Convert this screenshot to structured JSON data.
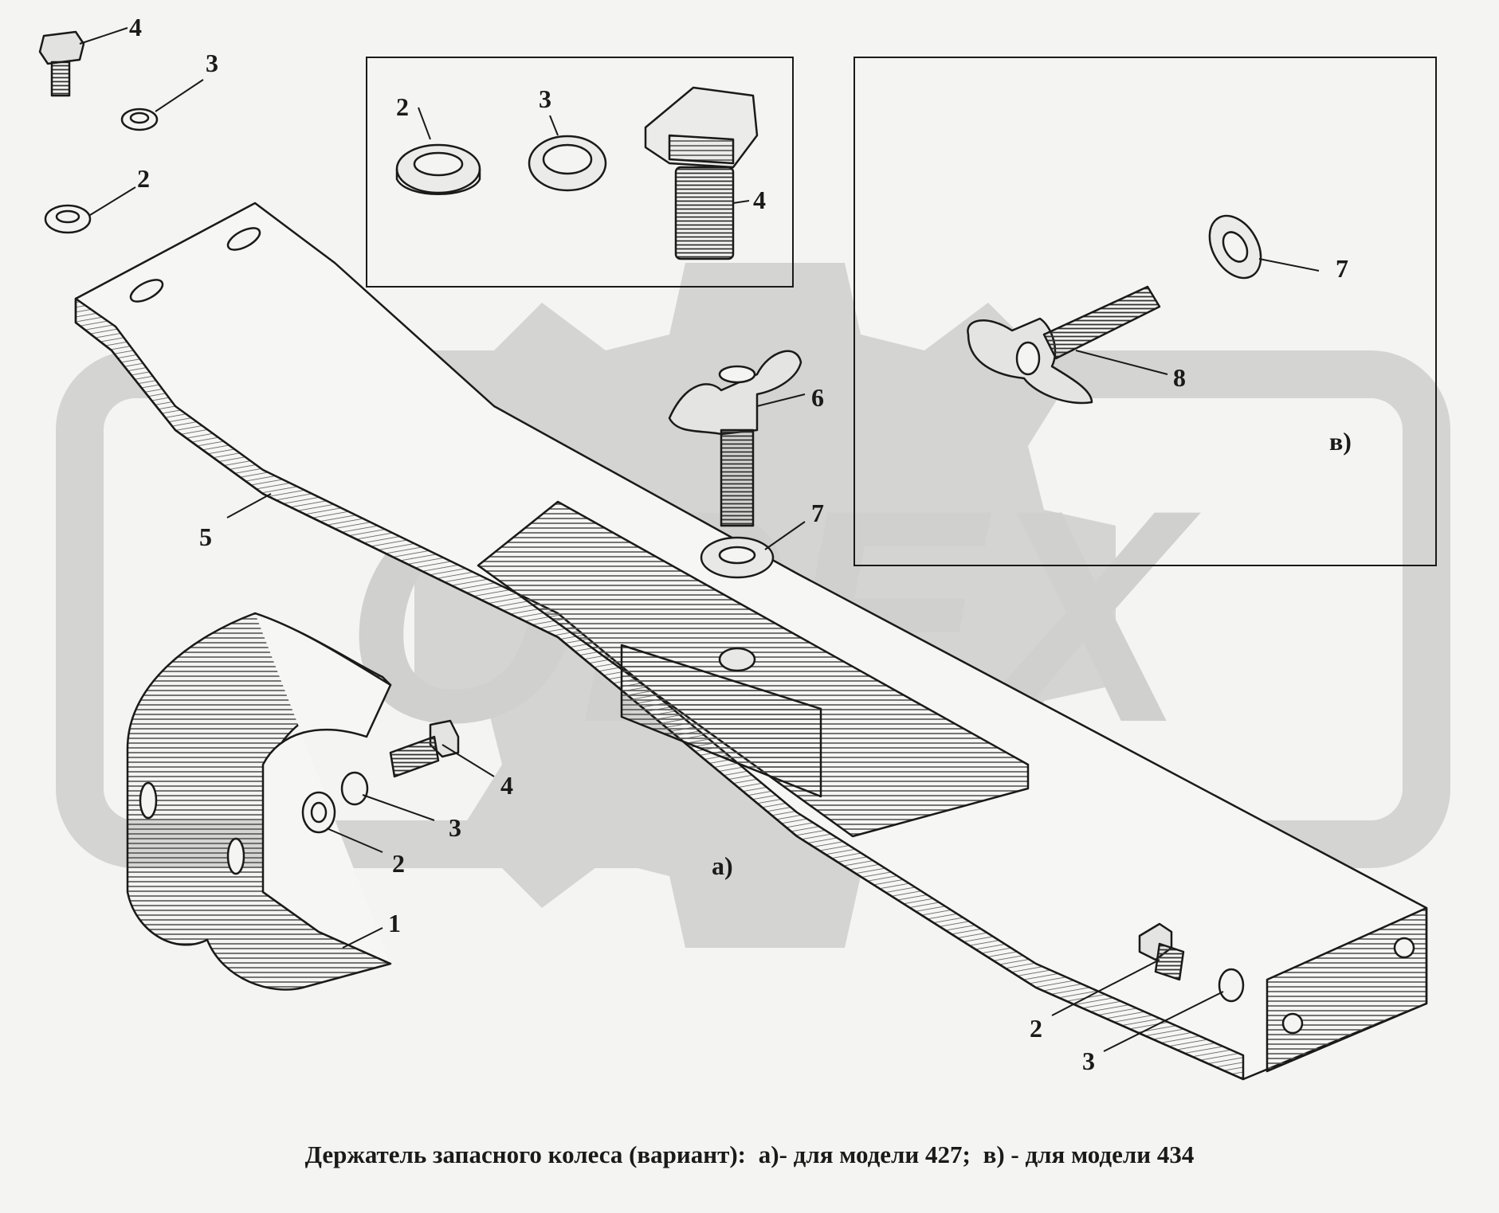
{
  "caption": {
    "title": "Держатель запасного колеса (вариант):",
    "variant_a": "а)- для модели 427;",
    "variant_v": "в) - для модели 434"
  },
  "watermark": {
    "text": "OPEX",
    "color": "#d4d4d2"
  },
  "view_labels": {
    "a": "а)",
    "v": "в)"
  },
  "callouts": {
    "left_bolt": "4",
    "left_lock_washer": "3",
    "left_flat_washer": "2",
    "inset_washer": "2",
    "inset_lock_washer": "3",
    "inset_bolt": "4",
    "bracket": "5",
    "wing_nut": "6",
    "washer_center": "7",
    "lower_bolt": "4",
    "lower_lock_washer": "3",
    "lower_flat_washer": "2",
    "clamp": "1",
    "right_bolt": "2",
    "right_lock_washer": "3",
    "v_washer": "7",
    "v_wing_bolt": "8"
  },
  "colors": {
    "line": "#1a1a1a",
    "paper": "#f4f4f2",
    "hatch": "#6a6a6a"
  }
}
